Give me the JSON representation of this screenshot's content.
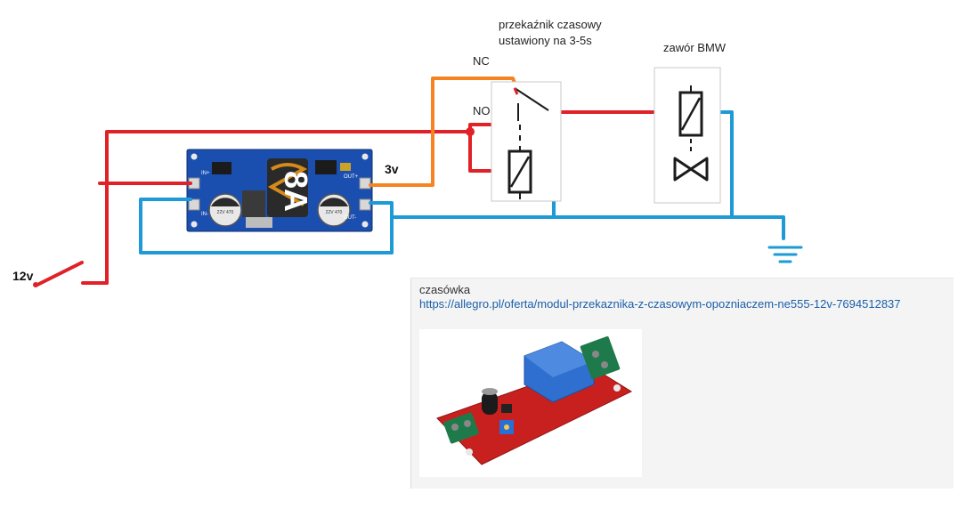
{
  "labels": {
    "input_voltage": "12v",
    "output_voltage": "3v",
    "relay_title_line1": "przekaźnik czasowy",
    "relay_title_line2": "ustawiony na 3-5s",
    "contact_nc": "NC",
    "contact_no": "NO",
    "valve_title": "zawór BMW"
  },
  "converter_markings": {
    "big_text": "8A",
    "in_plus": "IN+",
    "in_minus": "IN-",
    "out_plus": "OUT+",
    "out_minus": "OUT-",
    "cap_text": "22V 470"
  },
  "note": {
    "title": "czasówka",
    "link": "https://allegro.pl/oferta/modul-przekaznika-z-czasowym-opozniaczem-ne555-12v-7694512837"
  },
  "colors": {
    "positive_wire": "#e02128",
    "negative_wire": "#1e9ad6",
    "output_wire": "#f5831f",
    "board": "#1a4fb0",
    "relay_board": "#c8201e",
    "relay_cube": "#2f6fcf",
    "terminal": "#1e7a4a"
  }
}
